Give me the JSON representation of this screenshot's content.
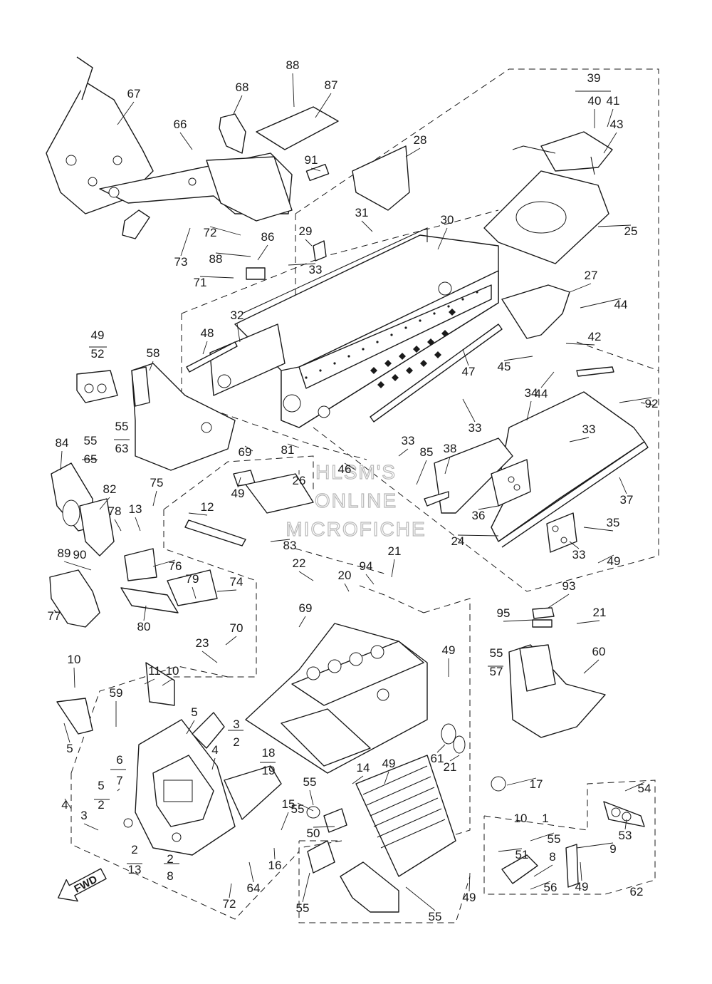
{
  "watermark": [
    "HLSM'S",
    "ONLINE",
    "MICROFICHE"
  ],
  "direction_label": "FWD",
  "callouts": [
    "88",
    "87",
    "67",
    "68",
    "66",
    "91",
    "28",
    "39",
    "40",
    "41",
    "43",
    "25",
    "72",
    "73",
    "88",
    "71",
    "86",
    "29",
    "33",
    "31",
    "30",
    "27",
    "44",
    "42",
    "45",
    "44",
    "48",
    "32",
    "47",
    "33",
    "49",
    "52",
    "58",
    "92",
    "34",
    "33",
    "37",
    "38",
    "36",
    "35",
    "33",
    "24",
    "49",
    "55",
    "63",
    "84",
    "69",
    "81",
    "26",
    "46",
    "33",
    "85",
    "49",
    "55",
    "65",
    "82",
    "75",
    "78",
    "13",
    "12",
    "83",
    "90",
    "89",
    "77",
    "76",
    "79",
    "74",
    "80",
    "21",
    "22",
    "20",
    "94",
    "93",
    "95",
    "21",
    "69",
    "70",
    "23",
    "49",
    "55",
    "57",
    "60",
    "10",
    "11",
    "10",
    "59",
    "5",
    "5",
    "6",
    "7",
    "5",
    "2",
    "3",
    "2",
    "4",
    "18",
    "19",
    "61",
    "21",
    "17",
    "14",
    "55",
    "49",
    "10",
    "1",
    "3",
    "4",
    "2",
    "2",
    "13",
    "8",
    "15",
    "16",
    "55",
    "50",
    "55",
    "51",
    "54",
    "53",
    "9",
    "8",
    "64",
    "72",
    "55",
    "49",
    "56",
    "55",
    "49",
    "62"
  ]
}
